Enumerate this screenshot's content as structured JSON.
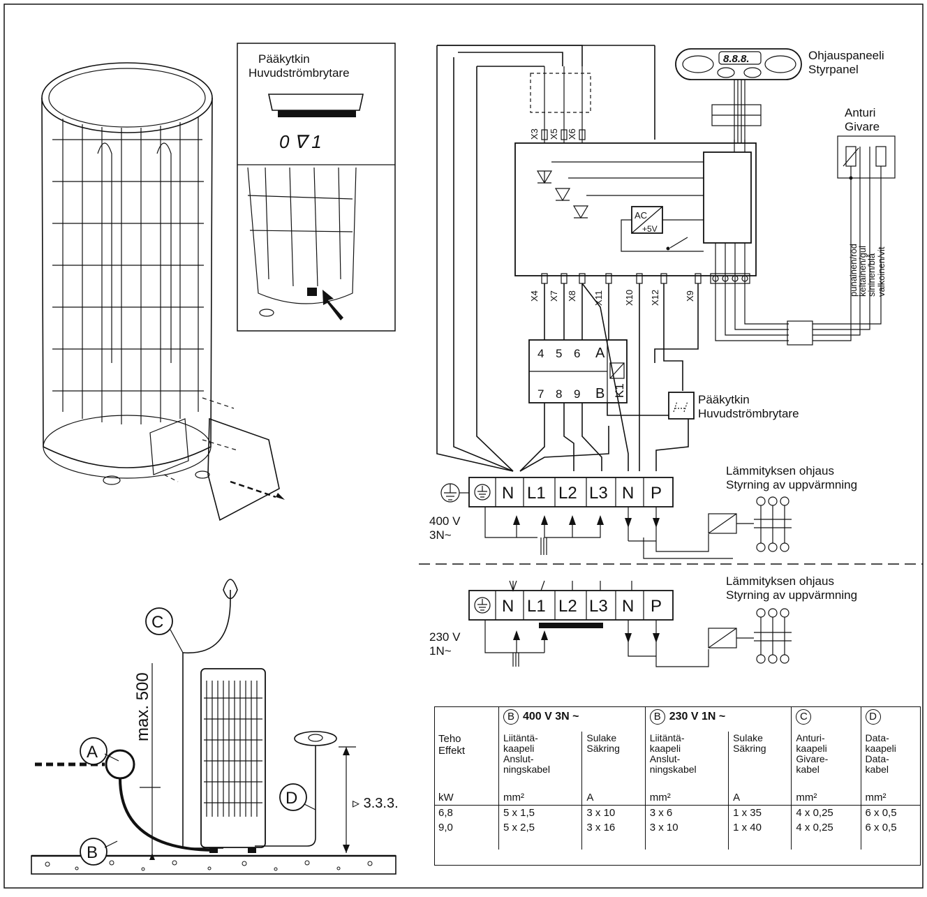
{
  "main_switch": {
    "fi": "Pääkytkin",
    "sv": "Huvudströmbrytare",
    "positions": "0 ∇ 1"
  },
  "control_panel": {
    "fi": "Ohjauspaneeli",
    "sv": "Styrpanel",
    "display": "8.8.8."
  },
  "sensor": {
    "fi": "Anturi",
    "sv": "Givare"
  },
  "wire_colors": [
    "punainen/röd",
    "keltainen/gul",
    "sininen/blå",
    "valkoinen/vit"
  ],
  "terminals_top": [
    "X3",
    "X5",
    "X6"
  ],
  "terminals_bottom": [
    "X4",
    "X7",
    "X8",
    "X11",
    "X10",
    "X12",
    "X9"
  ],
  "psu": {
    "top": "AC",
    "bottom": "+5V"
  },
  "contactor": {
    "top": [
      "4",
      "5",
      "6",
      "A"
    ],
    "bottom": [
      "7",
      "8",
      "9",
      "B"
    ],
    "label": "K1"
  },
  "wiring_switch": {
    "fi": "Pääkytkin",
    "sv": "Huvudströmbrytare"
  },
  "heating_control": {
    "fi": "Lämmityksen ohjaus",
    "sv": "Styrning av uppvärmning"
  },
  "terminal_block": [
    "N",
    "L1",
    "L2",
    "L3",
    "N",
    "P"
  ],
  "supply_400": {
    "voltage": "400 V",
    "phase": "3N~"
  },
  "supply_230": {
    "voltage": "230 V",
    "phase": "1N~"
  },
  "installation": {
    "max_label": "max. 500",
    "ref": "▹ 3.3.3.",
    "labels": [
      "A",
      "B",
      "C",
      "D"
    ]
  },
  "table": {
    "col_power": {
      "fi": "Teho",
      "sv": "Effekt",
      "unit": "kW"
    },
    "group_400": {
      "letter": "B",
      "text": "400 V 3N ~"
    },
    "group_230": {
      "letter": "B",
      "text": "230 V 1N ~"
    },
    "group_c": "C",
    "group_d": "D",
    "cable": {
      "l1": "Liitäntä-",
      "l2": "kaapeli",
      "l3": "Anslut-",
      "l4": "ningskabel",
      "unit": "mm²"
    },
    "fuse": {
      "l1": "Sulake",
      "l2": "Säkring",
      "unit": "A"
    },
    "sensor_cable": {
      "l1": "Anturi-",
      "l2": "kaapeli",
      "l3": "Givare-",
      "l4": "kabel",
      "unit": "mm²"
    },
    "data_cable": {
      "l1": "Data-",
      "l2": "kaapeli",
      "l3": "Data-",
      "l4": "kabel",
      "unit": "mm²"
    },
    "rows": [
      {
        "kw": "6,8",
        "cable400": "5 x 1,5",
        "fuse400": "3 x 10",
        "cable230": "3 x 6",
        "fuse230": "1 x 35",
        "sensor": "4 x 0,25",
        "data": "6 x 0,5"
      },
      {
        "kw": "9,0",
        "cable400": "5 x 2,5",
        "fuse400": "3 x 16",
        "cable230": "3 x 10",
        "fuse230": "1 x 40",
        "sensor": "4 x 0,25",
        "data": "6 x 0,5"
      }
    ]
  }
}
